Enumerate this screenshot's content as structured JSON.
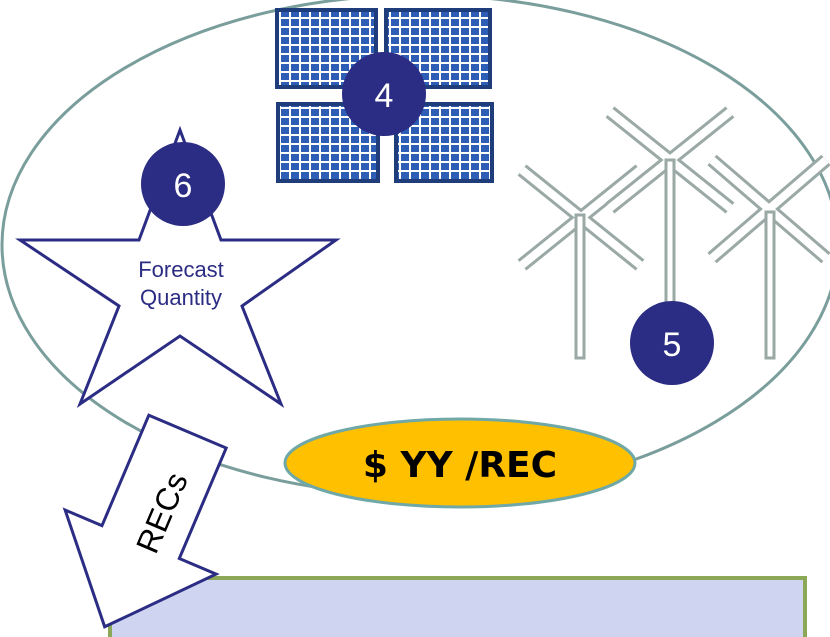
{
  "badges": {
    "solar": "4",
    "wind": "5",
    "star": "6"
  },
  "star_label": {
    "line1": "Forecast",
    "line2": "Quantity"
  },
  "price_label": "$ YY /REC",
  "arrow_label": "RECs",
  "icons": {
    "solar": "solar-panel-array-icon",
    "wind": "wind-turbines-icon",
    "star": "star-icon"
  },
  "colors": {
    "ellipse_stroke": "#7a9e9c",
    "badge_fill": "#2b2c83",
    "solar_blue": "#2e5db5",
    "solar_frame": "#1f3d7a",
    "wind_stroke": "#9aa8a6",
    "star_stroke": "#2b2c83",
    "price_fill": "#ffc000",
    "price_stroke": "#6fa8a6",
    "bottom_fill": "#cfd4f0",
    "bottom_stroke": "#8aa855"
  }
}
